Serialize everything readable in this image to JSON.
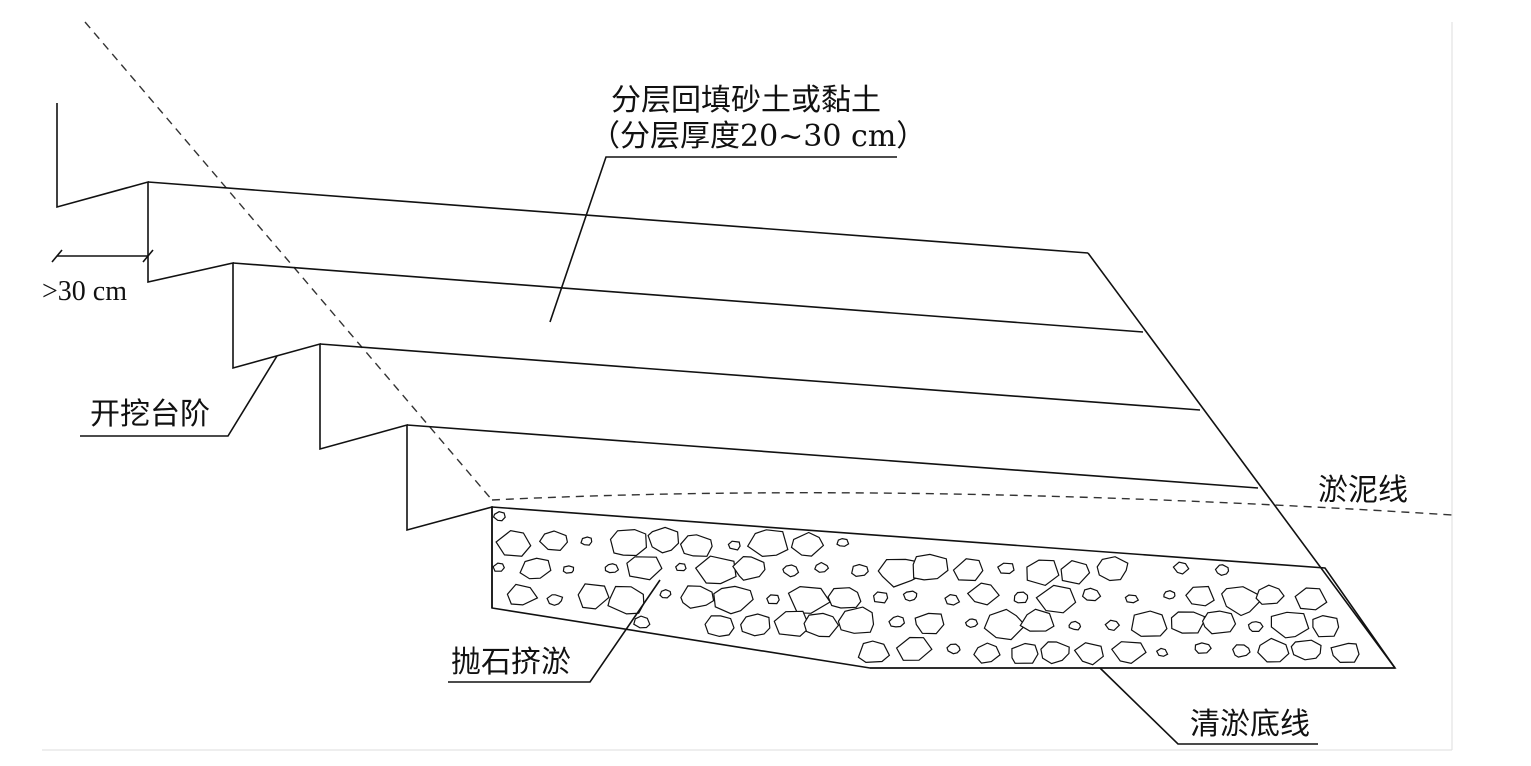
{
  "labels": {
    "fill_title": "分层回填砂土或黏土",
    "fill_subtitle": "（分层厚度20~30 cm）",
    "step_dimension": ">30 cm",
    "excavated_steps": "开挖台阶",
    "silt_line": "淤泥线",
    "riprap": "抛石挤淤",
    "dredge_bottom_line": "清淤底线"
  },
  "colors": {
    "line": "#111111",
    "background": "#ffffff"
  }
}
